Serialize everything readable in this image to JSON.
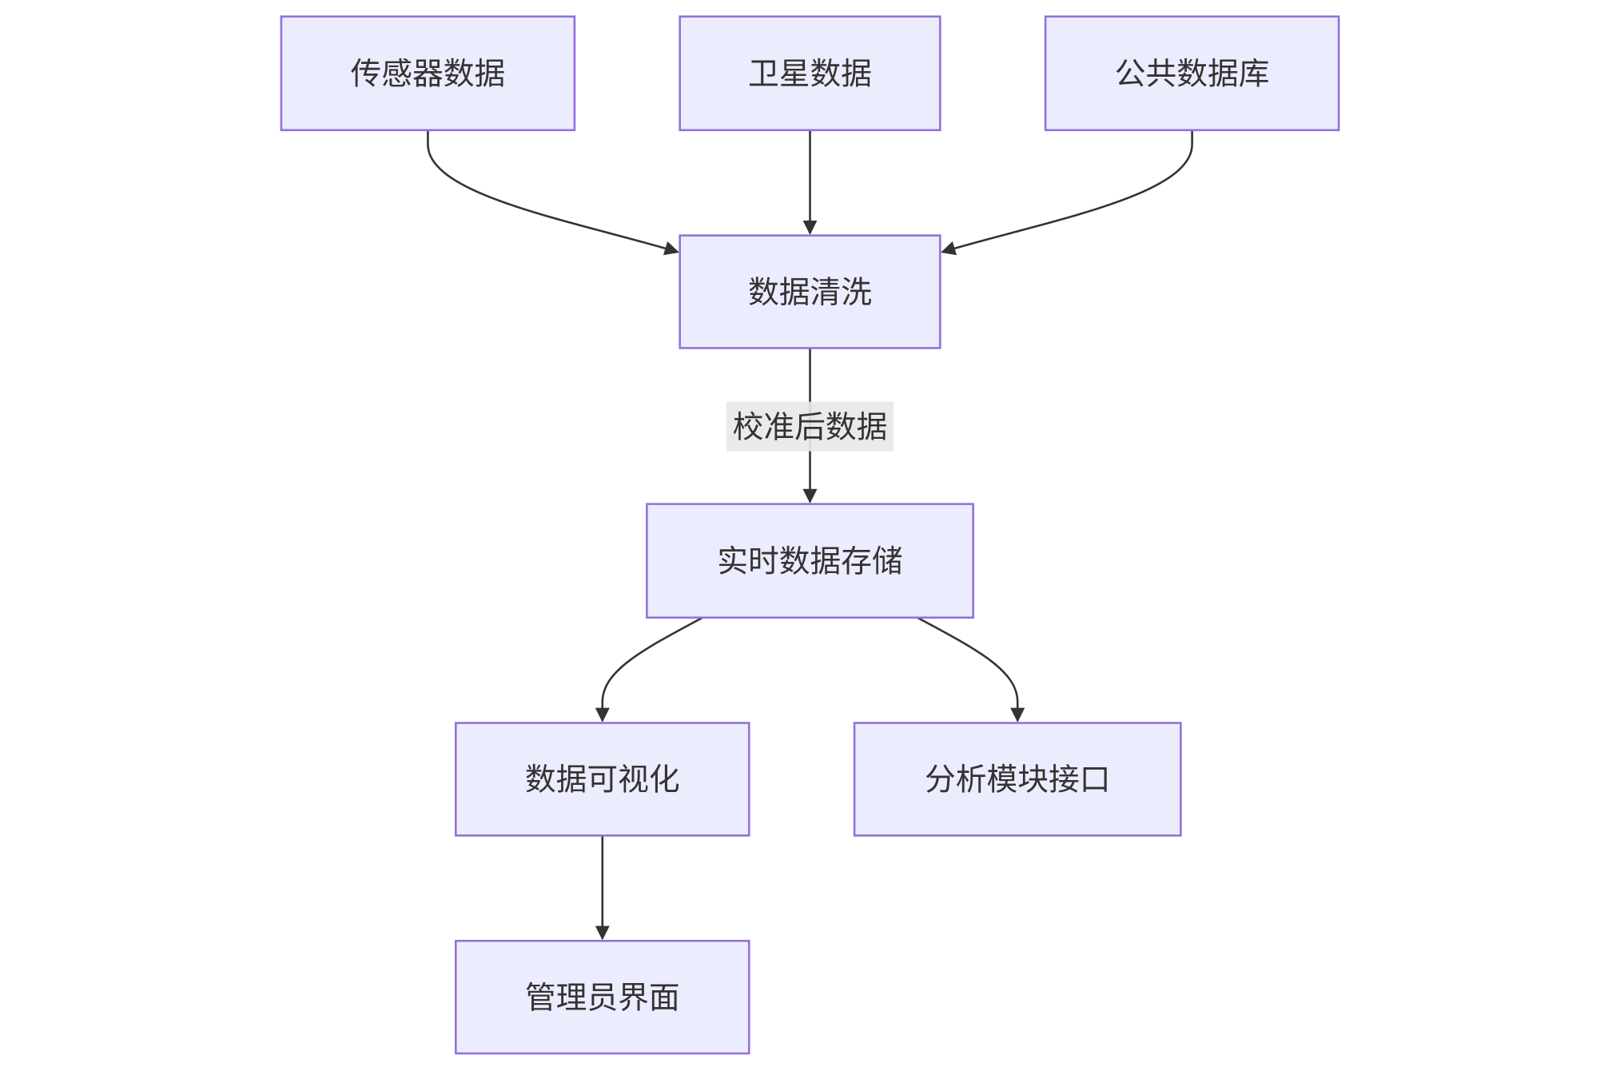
{
  "diagram": {
    "type": "flowchart",
    "nodes": [
      {
        "id": "sensor",
        "label": "传感器数据"
      },
      {
        "id": "satellite",
        "label": "卫星数据"
      },
      {
        "id": "public_db",
        "label": "公共数据库"
      },
      {
        "id": "cleaning",
        "label": "数据清洗"
      },
      {
        "id": "storage",
        "label": "实时数据存储"
      },
      {
        "id": "visualization",
        "label": "数据可视化"
      },
      {
        "id": "analysis",
        "label": "分析模块接口"
      },
      {
        "id": "admin",
        "label": "管理员界面"
      }
    ],
    "edges": [
      {
        "from": "sensor",
        "to": "cleaning",
        "label": ""
      },
      {
        "from": "satellite",
        "to": "cleaning",
        "label": ""
      },
      {
        "from": "public_db",
        "to": "cleaning",
        "label": ""
      },
      {
        "from": "cleaning",
        "to": "storage",
        "label": "校准后数据"
      },
      {
        "from": "storage",
        "to": "visualization",
        "label": ""
      },
      {
        "from": "storage",
        "to": "analysis",
        "label": ""
      },
      {
        "from": "visualization",
        "to": "admin",
        "label": ""
      }
    ],
    "colors": {
      "node_fill": "#ECECFF",
      "node_stroke": "#9370DB",
      "edge": "#333333",
      "label_bg": "#E8E8E8"
    }
  }
}
